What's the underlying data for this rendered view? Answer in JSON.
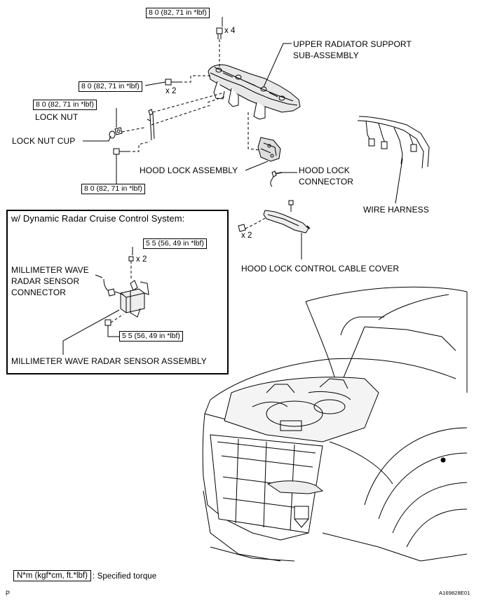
{
  "torque_specs": {
    "top": "8 0 (82, 71 in *lbf)",
    "left_upper": "8 0 (82, 71 in *lbf)",
    "lock_nut": "8 0 (82, 71 in *lbf)",
    "bottom_left": "8 0 (82, 71 in *lbf)",
    "radar_bracket": "5 5 (56, 49 in *lbf)",
    "radar_sensor": "5 5 (56, 49 in *lbf)"
  },
  "multipliers": {
    "top_bolts": "x 4",
    "left_bolts": "x 2",
    "cover_bolts": "x 2",
    "radar_bolts": "x 2"
  },
  "labels": {
    "upper_radiator_support": "UPPER RADIATOR SUPPORT",
    "upper_radiator_support_2": "SUB-ASSEMBLY",
    "lock_nut": "LOCK NUT",
    "lock_nut_cup": "LOCK NUT CUP",
    "hood_lock_assembly": "HOOD LOCK ASSEMBLY",
    "hood_lock_connector_1": "HOOD LOCK",
    "hood_lock_connector_2": "CONNECTOR",
    "wire_harness": "WIRE HARNESS",
    "hood_lock_cable_cover": "HOOD LOCK CONTROL CABLE COVER"
  },
  "inset": {
    "title": "w/ Dynamic Radar Cruise Control System:",
    "connector_1": "MILLIMETER WAVE",
    "connector_2": "RADAR SENSOR",
    "connector_3": "CONNECTOR",
    "sensor_assembly": "MILLIMETER WAVE RADAR SENSOR ASSEMBLY"
  },
  "legend": {
    "unit": "N*m (kgf*cm, ft.*lbf)",
    "meaning": ": Specified torque"
  },
  "page_letter": "P",
  "figure_id": "A169828E01"
}
